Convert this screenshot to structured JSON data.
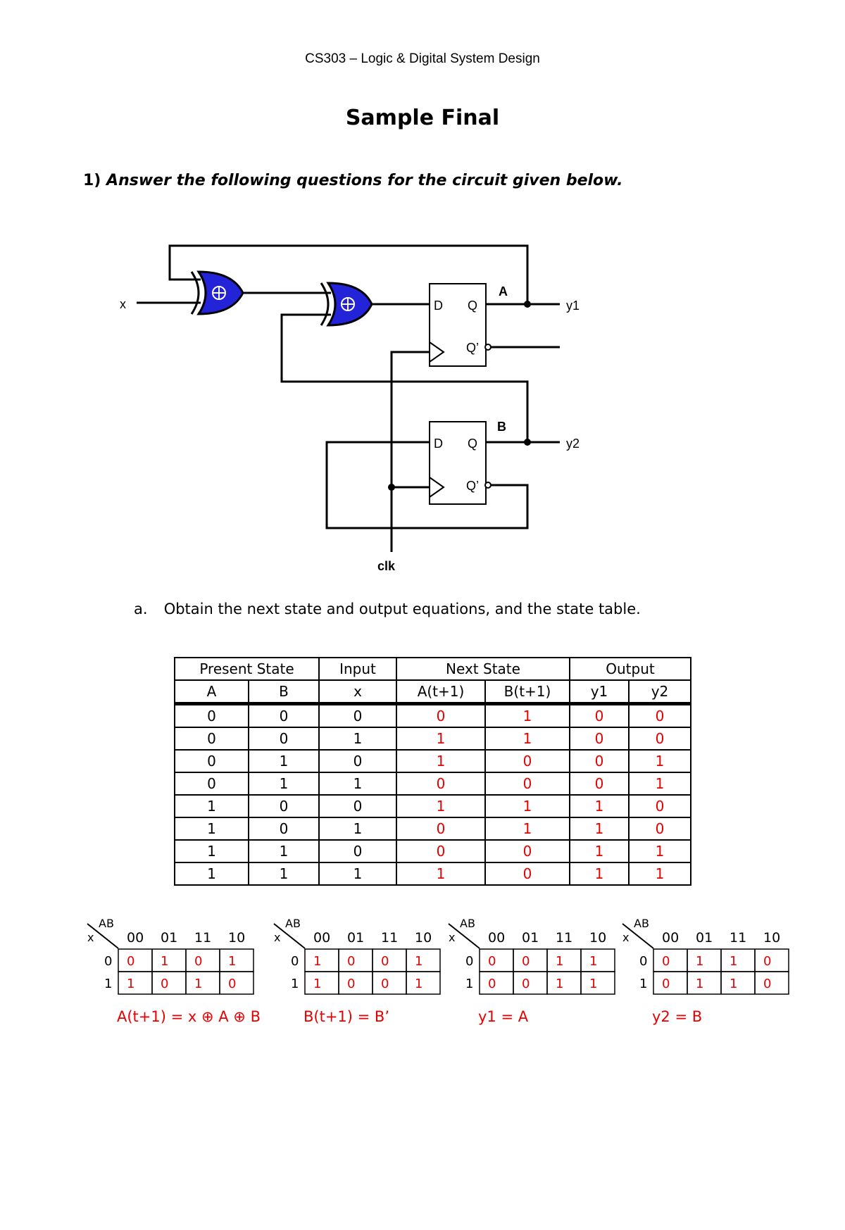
{
  "header": "CS303 – Logic & Digital System Design",
  "title": "Sample Final",
  "question": {
    "number": "1)",
    "text": "Answer the following questions for the circuit given below."
  },
  "circuit": {
    "input_label": "x",
    "ff_a_label": "A",
    "ff_b_label": "B",
    "d_label": "D",
    "q_label": "Q",
    "qbar_label": "Q’",
    "y1_label": "y1",
    "y2_label": "y2",
    "clk_label": "clk",
    "xor_symbol": "⊕",
    "gate_color": "#2323d8"
  },
  "part_a": {
    "label": "a.",
    "text": "Obtain the next state and output equations, and the state table."
  },
  "state_table": {
    "group_headers": [
      "Present State",
      "Input",
      "Next State",
      "Output"
    ],
    "column_headers": [
      "A",
      "B",
      "x",
      "A(t+1)",
      "B(t+1)",
      "y1",
      "y2"
    ],
    "rows": [
      [
        "0",
        "0",
        "0",
        "0",
        "1",
        "0",
        "0"
      ],
      [
        "0",
        "0",
        "1",
        "1",
        "1",
        "0",
        "0"
      ],
      [
        "0",
        "1",
        "0",
        "1",
        "0",
        "0",
        "1"
      ],
      [
        "0",
        "1",
        "1",
        "0",
        "0",
        "0",
        "1"
      ],
      [
        "1",
        "0",
        "0",
        "1",
        "1",
        "1",
        "0"
      ],
      [
        "1",
        "0",
        "1",
        "0",
        "1",
        "1",
        "0"
      ],
      [
        "1",
        "1",
        "0",
        "0",
        "0",
        "1",
        "1"
      ],
      [
        "1",
        "1",
        "1",
        "1",
        "0",
        "1",
        "1"
      ]
    ],
    "answer_color": "#e60000"
  },
  "kmaps": {
    "row_var": "x",
    "col_var": "AB",
    "col_headers": [
      "00",
      "01",
      "11",
      "10"
    ],
    "row_headers": [
      "0",
      "1"
    ],
    "maps": [
      {
        "cells": [
          [
            "0",
            "1",
            "0",
            "1"
          ],
          [
            "1",
            "0",
            "1",
            "0"
          ]
        ],
        "equation": "A(t+1) = x ⊕ A ⊕ B"
      },
      {
        "cells": [
          [
            "1",
            "0",
            "0",
            "1"
          ],
          [
            "1",
            "0",
            "0",
            "1"
          ]
        ],
        "equation": "B(t+1) = B’"
      },
      {
        "cells": [
          [
            "0",
            "0",
            "1",
            "1"
          ],
          [
            "0",
            "0",
            "1",
            "1"
          ]
        ],
        "equation": "y1 = A"
      },
      {
        "cells": [
          [
            "0",
            "1",
            "1",
            "0"
          ],
          [
            "0",
            "1",
            "1",
            "0"
          ]
        ],
        "equation": "y2 = B"
      }
    ]
  }
}
